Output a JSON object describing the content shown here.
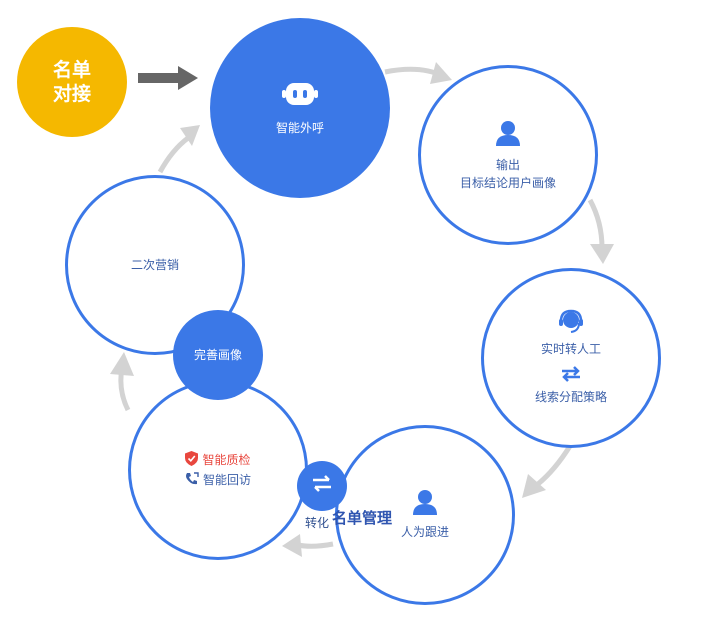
{
  "start_badge": {
    "line1": "名单",
    "line2": "对接"
  },
  "center": {
    "label": "智能外呼",
    "icon": "robot-icon"
  },
  "nodes": {
    "output": {
      "line1": "输出",
      "line2": "目标结论用户画像",
      "icon": "user-icon"
    },
    "transfer": {
      "line1": "实时转人工",
      "line2": "线索分配策略",
      "icon1": "headset-icon",
      "icon2": "swap-arrows-icon"
    },
    "follow": {
      "label": "人为跟进",
      "icon": "user-icon"
    },
    "quality": {
      "line1": "智能质检",
      "line2": "智能回访",
      "icon1": "shield-check-icon",
      "icon2": "phone-callback-icon"
    },
    "secondary": {
      "label": "二次营销"
    },
    "improve": {
      "label": "完善画像"
    },
    "convert": {
      "label": "转化",
      "icon": "swap-horizontal-icon"
    }
  },
  "overlay_label": "名单管理",
  "colors": {
    "primary_blue": "#3b78e7",
    "badge_yellow": "#f5b800",
    "arrow_gray": "#d3d3d3",
    "pointer_gray": "#666666",
    "alert_red": "#e8473e"
  }
}
